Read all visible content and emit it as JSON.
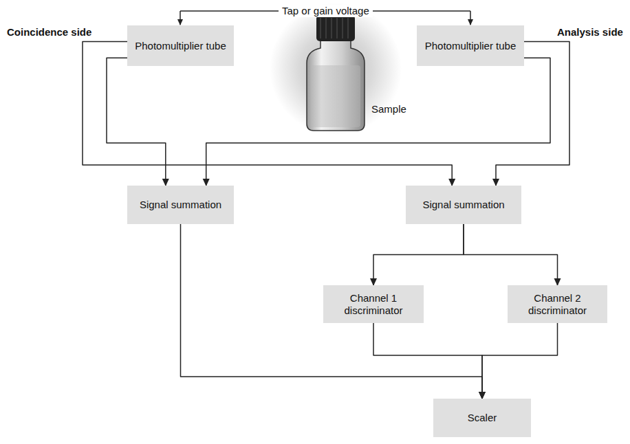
{
  "diagram": {
    "nodes": [
      {
        "text": [
          "Photomultiplier tube"
        ]
      },
      {
        "text": [
          "Photomultiplier tube"
        ]
      },
      {
        "text": [
          "Signal summation"
        ]
      },
      {
        "text": [
          "Signal summation"
        ]
      },
      {
        "text": [
          "Channel 1 discriminator"
        ]
      },
      {
        "text": [
          "Channel 2 discriminator"
        ]
      },
      {
        "text": [
          "Scaler"
        ]
      }
    ],
    "edges": [
      {
        "from": 0,
        "to": 2,
        "arrow": "to"
      },
      {
        "from": 0,
        "to": 3,
        "arrow": "to"
      },
      {
        "from": 1,
        "to": 2,
        "arrow": "to"
      },
      {
        "from": 1,
        "to": 3,
        "arrow": "to"
      },
      {
        "from": 3,
        "to": 4,
        "arrow": "to"
      },
      {
        "from": 3,
        "to": 5,
        "arrow": "to"
      },
      {
        "from": 2,
        "to": 6,
        "arrow": "to"
      },
      {
        "from": 4,
        "to": 6,
        "arrow": "to"
      },
      {
        "from": 5,
        "to": 6,
        "arrow": "to"
      }
    ],
    "labels": [
      "Tap or gain voltage",
      "Coincidence side",
      "Analysis side",
      "Sample"
    ]
  }
}
